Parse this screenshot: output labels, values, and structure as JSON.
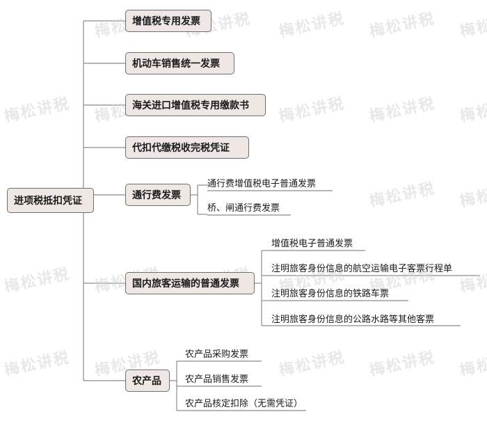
{
  "watermark_text": "梅松讲税",
  "root": {
    "label": "进项税抵扣凭证"
  },
  "branches": [
    {
      "label": "增值税专用发票",
      "children": []
    },
    {
      "label": "机动车销售统一发票",
      "children": []
    },
    {
      "label": "海关进口增值税专用缴款书",
      "children": []
    },
    {
      "label": "代扣代缴税收完税凭证",
      "children": []
    },
    {
      "label": "通行费发票",
      "children": [
        "通行费增值税电子普通发票",
        "桥、闸通行费发票"
      ]
    },
    {
      "label": "国内旅客运输的普通发票",
      "children": [
        "增值税电子普通发票",
        "注明旅客身份信息的航空运输电子客票行程单",
        "注明旅客身份信息的铁路车票",
        "注明旅客身份信息的公路水路等其他客票"
      ]
    },
    {
      "label": "农产品",
      "children": [
        "农产品采购发票",
        "农产品销售发票",
        "农产品核定扣除（无需凭证）"
      ]
    }
  ],
  "colors": {
    "node_fill": "#efe7e4",
    "node_border": "#6d6d6d",
    "line": "#8a8a8a"
  }
}
